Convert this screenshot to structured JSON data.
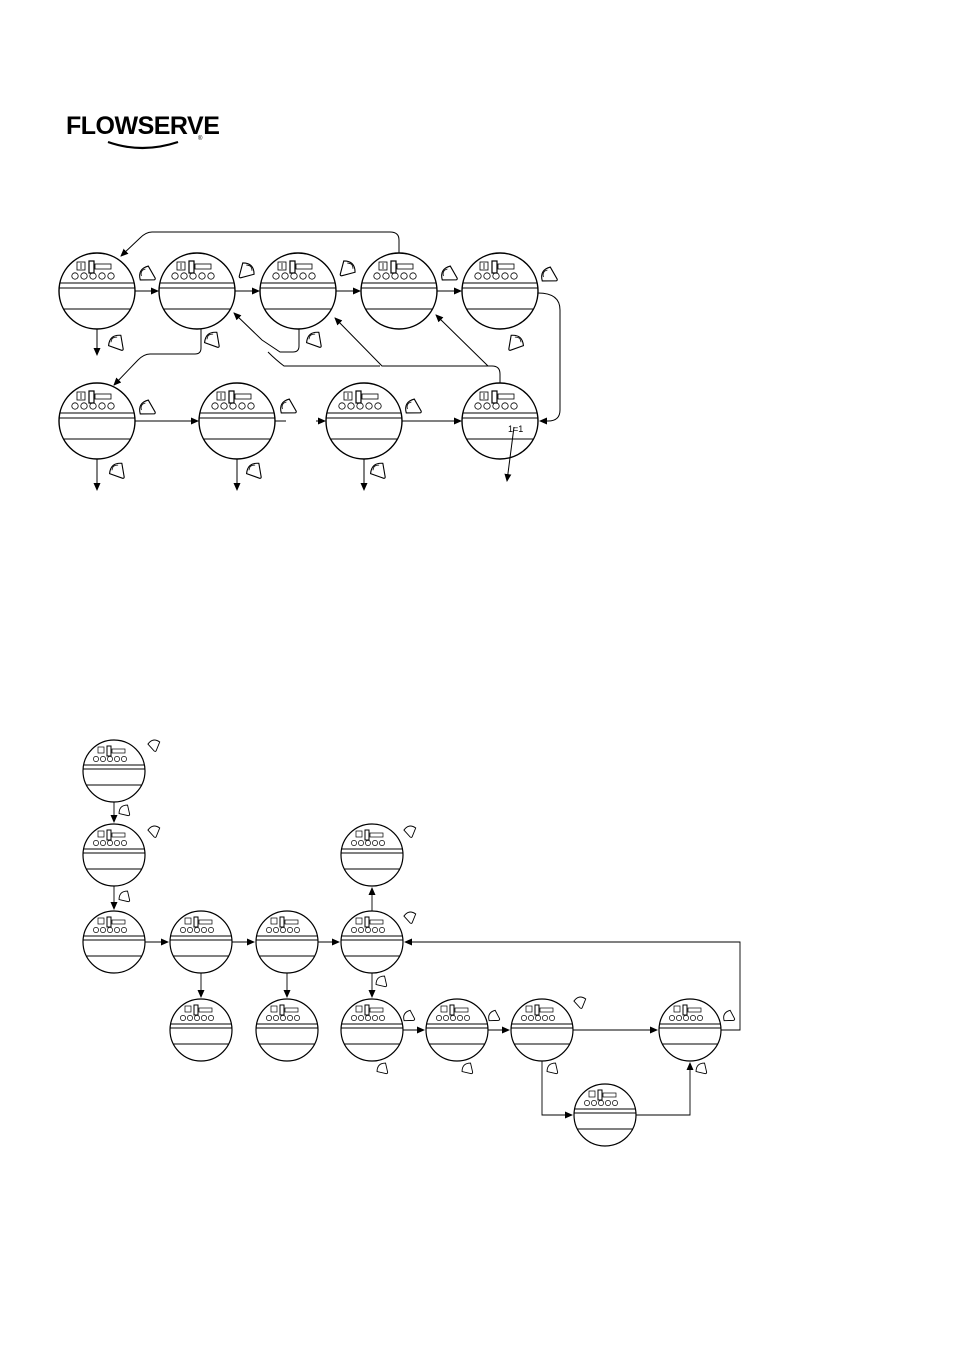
{
  "header": {
    "brand_name": "FLOWSERVE",
    "registered_mark": "®"
  },
  "diagram_top": {
    "description_nodes": 9,
    "node_label_small": "1=1"
  },
  "diagram_bottom": {
    "description_nodes": 14
  },
  "icons": {
    "display_node": "actuator-display-icon",
    "setting_tool": "setting-tool-icon",
    "connector_arrow": "arrow-icon"
  }
}
